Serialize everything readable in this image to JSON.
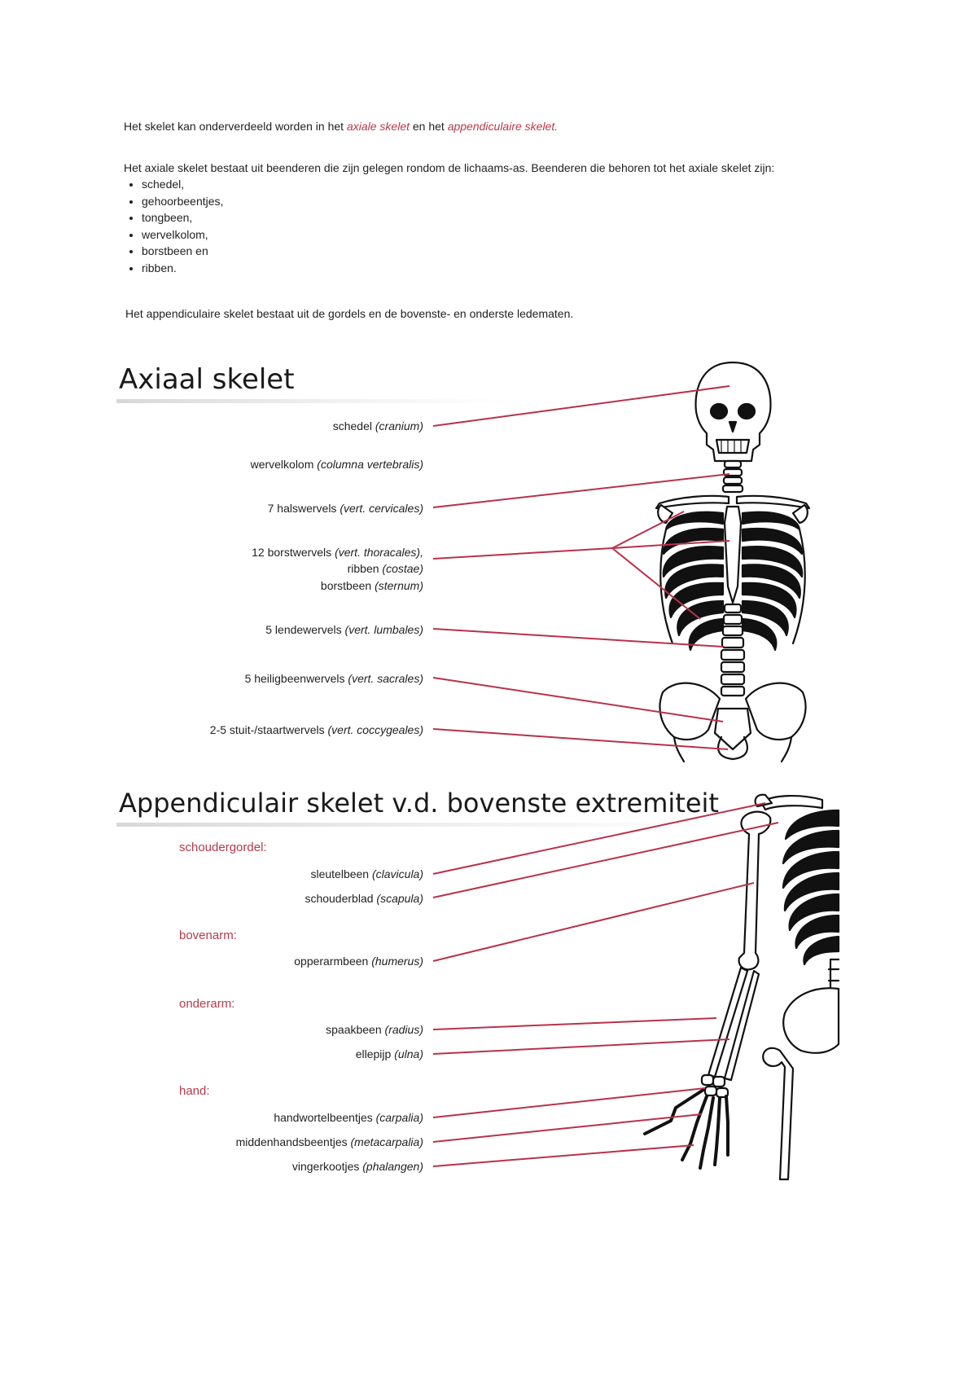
{
  "intro": {
    "line1_pre": "Het skelet kan onderverdeeld worden in het ",
    "line1_axial": "axiale skelet",
    "line1_mid": " en het ",
    "line1_app": "appendiculaire skelet.",
    "line2": "Het axiale skelet bestaat uit beenderen die zijn gelegen rondom de lichaams-as. Beenderen die behoren tot het axiale skelet zijn:",
    "bullets": [
      "schedel,",
      "gehoorbeentjes,",
      "tongbeen,",
      "wervelkolom,",
      "borstbeen en",
      "ribben."
    ],
    "line3": "Het appendiculaire skelet bestaat uit de gordels en de bovenste- en onderste ledematen."
  },
  "axial": {
    "title": "Axiaal skelet",
    "labels": {
      "schedel": {
        "nl": "schedel ",
        "la": "(cranium)"
      },
      "wervelkolom": {
        "nl": "wervelkolom ",
        "la": "(columna vertebralis)"
      },
      "hals": {
        "nl": "7 halswervels ",
        "la": "(vert. cervicales)"
      },
      "borst1": {
        "nl": "12 borstwervels ",
        "la": "(vert. thoracales),"
      },
      "borst2": {
        "nl": "ribben ",
        "la": "(costae)"
      },
      "borst3": {
        "nl": "borstbeen ",
        "la": "(sternum)"
      },
      "lende": {
        "nl": "5 lendewervels ",
        "la": "(vert. lumbales)"
      },
      "heilig": {
        "nl": "5 heiligbeenwervels ",
        "la": "(vert. sacrales)"
      },
      "stuit": {
        "nl": "2-5 stuit-/staartwervels ",
        "la": "(vert. coccygeales)"
      }
    }
  },
  "appendicular": {
    "title": "Appendiculair skelet v.d. bovenste extremiteit",
    "groups": {
      "schoudergordel": "schoudergordel:",
      "bovenarm": "bovenarm:",
      "onderarm": "onderarm:",
      "hand": "hand:"
    },
    "labels": {
      "sleutelbeen": {
        "nl": "sleutelbeen ",
        "la": "(clavicula)"
      },
      "schouderblad": {
        "nl": "schouderblad ",
        "la": "(scapula)"
      },
      "opperarmbeen": {
        "nl": "opperarmbeen ",
        "la": "(humerus)"
      },
      "spaakbeen": {
        "nl": "spaakbeen ",
        "la": "(radius)"
      },
      "ellepijp": {
        "nl": "ellepijp ",
        "la": "(ulna)"
      },
      "handwortel": {
        "nl": "handwortelbeentjes ",
        "la": "(carpalia)"
      },
      "middenhand": {
        "nl": "middenhandsbeentjes ",
        "la": "(metacarpalia)"
      },
      "vinger": {
        "nl": "vingerkootjes ",
        "la": "(phalangen)"
      }
    }
  },
  "colors": {
    "accent": "#b53a4a",
    "leader": "#b8324a",
    "text": "#222222"
  }
}
